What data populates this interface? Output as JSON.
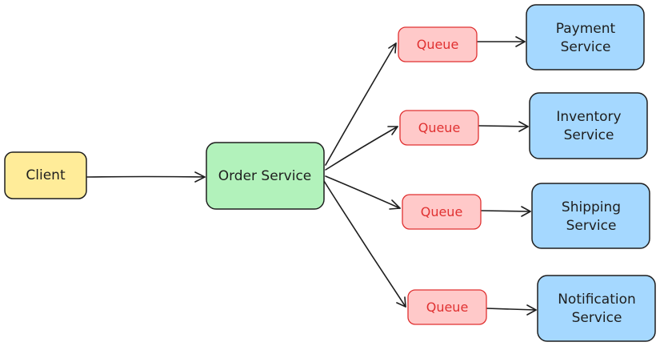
{
  "nodes": {
    "client": {
      "label": "Client",
      "fill": "#ffec99",
      "stroke": "#1e1e1e"
    },
    "order_service": {
      "label": "Order Service",
      "fill": "#b2f2bb",
      "stroke": "#1e1e1e"
    },
    "queues": [
      {
        "label": "Queue"
      },
      {
        "label": "Queue"
      },
      {
        "label": "Queue"
      },
      {
        "label": "Queue"
      }
    ],
    "queue_style": {
      "fill": "#ffc9c9",
      "stroke": "#e03131",
      "text_color": "#e03131"
    },
    "services": [
      {
        "line1": "Payment",
        "line2": "Service"
      },
      {
        "line1": "Inventory",
        "line2": "Service"
      },
      {
        "line1": "Shipping",
        "line2": "Service"
      },
      {
        "line1": "Notification",
        "line2": "Service"
      }
    ],
    "service_style": {
      "fill": "#a5d8ff",
      "stroke": "#1e1e1e"
    }
  }
}
